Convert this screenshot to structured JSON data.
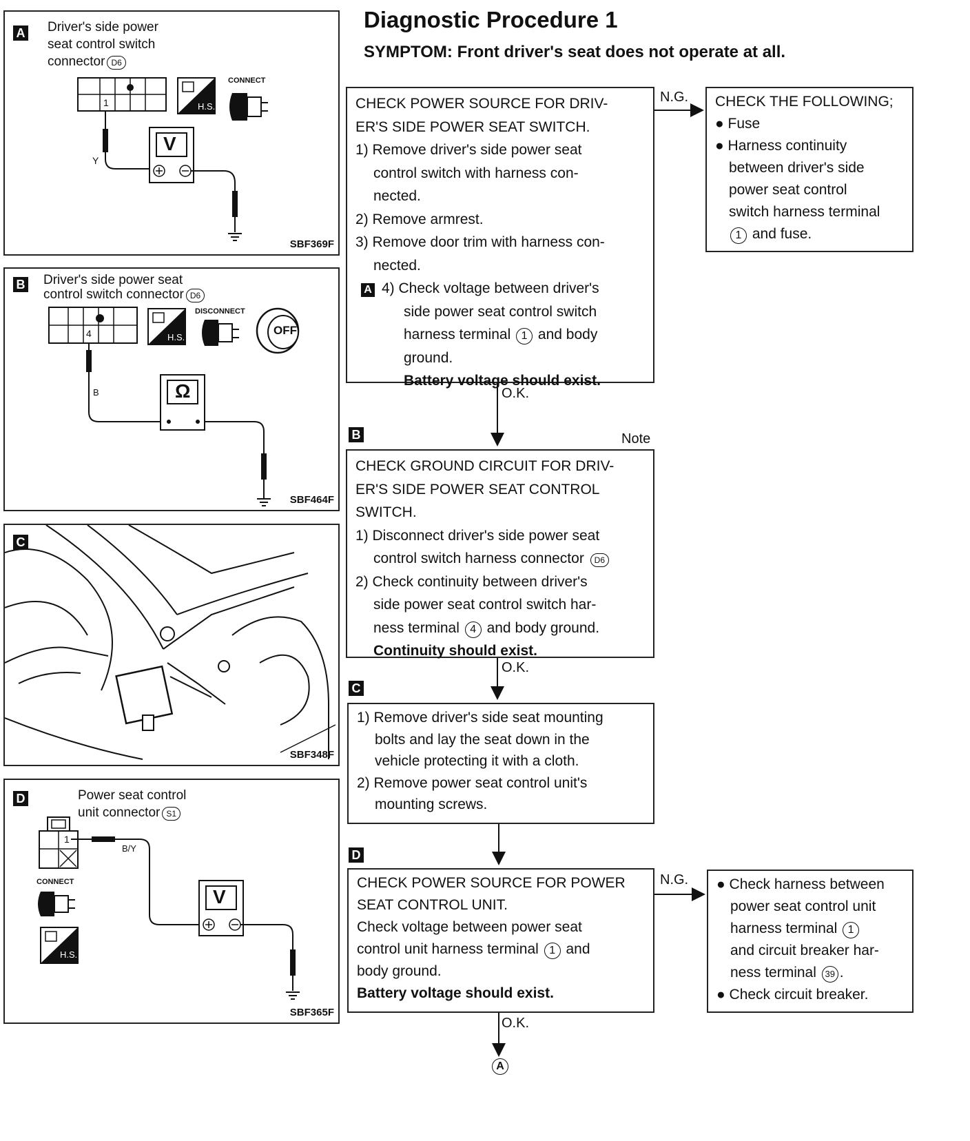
{
  "title": "Diagnostic Procedure 1",
  "symptom": "SYMPTOM: Front driver's seat does not operate at all.",
  "panels": {
    "a": {
      "tag": "A",
      "line1": "Driver's side power",
      "line2": "seat control switch",
      "line3": "connector",
      "conn": "D6",
      "pin": "1",
      "wire": "Y",
      "meter": "V",
      "hs": "H.S.",
      "connect": "CONNECT",
      "code": "SBF369F"
    },
    "b": {
      "tag": "B",
      "line1": "Driver's side power seat",
      "line2": "control switch connector",
      "conn": "D6",
      "pin": "4",
      "wire": "B",
      "meter": "Ω",
      "hs": "H.S.",
      "disconnect": "DISCONNECT",
      "off": "OFF",
      "code": "SBF464F"
    },
    "c": {
      "tag": "C",
      "code": "SBF348F"
    },
    "d": {
      "tag": "D",
      "line1": "Power seat control",
      "line2": "unit connector",
      "conn": "S1",
      "pin": "1",
      "wire": "B/Y",
      "meter": "V",
      "hs": "H.S.",
      "connect": "CONNECT",
      "code": "SBF365F"
    }
  },
  "flow": {
    "box1": {
      "l1": "CHECK POWER SOURCE FOR DRIV-",
      "l2": "ER'S SIDE POWER SEAT SWITCH.",
      "l3": "1) Remove driver's side power seat",
      "l4": "control switch with harness con-",
      "l5": "nected.",
      "l6": "2) Remove armrest.",
      "l7": "3) Remove door trim with harness con-",
      "l8": "nected.",
      "tag": "A",
      "l9": "4) Check voltage between driver's",
      "l10": "side power seat control switch",
      "l11a": "harness terminal",
      "l11n": "1",
      "l11b": "and body",
      "l12": "ground.",
      "l13": "Battery voltage should exist."
    },
    "ng1": {
      "label": "N.G.",
      "l1": "CHECK THE FOLLOWING;",
      "l2": "Fuse",
      "l3": "Harness continuity",
      "l4": "between driver's side",
      "l5": "power seat control",
      "l6": "switch harness terminal",
      "l7n": "1",
      "l7b": "and fuse."
    },
    "ok1": "O.K.",
    "tagB": "B",
    "note": "Note",
    "box2": {
      "l1": "CHECK GROUND CIRCUIT FOR DRIV-",
      "l2": "ER'S SIDE POWER SEAT CONTROL",
      "l3": "SWITCH.",
      "l4": "1) Disconnect driver's side power seat",
      "l5": "control switch harness connector",
      "l5c": "D6",
      "l6": "2) Check continuity between driver's",
      "l7": "side power seat control switch har-",
      "l8a": "ness terminal",
      "l8n": "4",
      "l8b": "and body ground.",
      "l9": "Continuity should exist."
    },
    "ok2": "O.K.",
    "tagC": "C",
    "box3": {
      "l1": "1) Remove driver's side seat mounting",
      "l2": "bolts and lay the seat down in the",
      "l3": "vehicle protecting it with a cloth.",
      "l4": "2) Remove power seat control unit's",
      "l5": "mounting screws."
    },
    "tagD": "D",
    "box4": {
      "l1": "CHECK POWER SOURCE FOR POWER",
      "l2": "SEAT CONTROL UNIT.",
      "l3": "Check voltage between power seat",
      "l4a": "control unit harness terminal",
      "l4n": "1",
      "l4b": "and",
      "l5": "body ground.",
      "l6": "Battery voltage should exist."
    },
    "ng2": {
      "label": "N.G.",
      "l1": "Check harness between",
      "l2": "power seat control unit",
      "l3a": "harness terminal",
      "l3n": "1",
      "l4": "and circuit breaker har-",
      "l5a": "ness terminal",
      "l5n": "39",
      "l6": "Check circuit breaker."
    },
    "ok3": "O.K.",
    "end": "A"
  }
}
